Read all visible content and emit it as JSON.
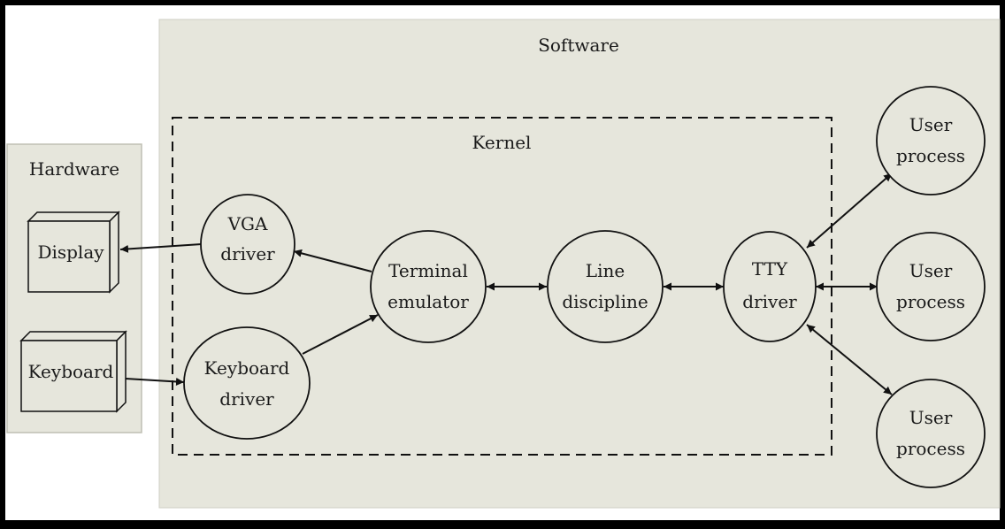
{
  "colors": {
    "panel_fill": "#e6e6dc",
    "white_area": "#ffffff",
    "frame": "#000000",
    "ink": "#1a1a1a"
  },
  "clusters": {
    "software": "Software",
    "hardware": "Hardware",
    "kernel": "Kernel"
  },
  "devices": {
    "display": "Display",
    "keyboard": "Keyboard"
  },
  "nodes": {
    "vga_driver": [
      "VGA",
      "driver"
    ],
    "keyboard_driver": [
      "Keyboard",
      "driver"
    ],
    "terminal_emulator": [
      "Terminal",
      "emulator"
    ],
    "line_discipline": [
      "Line",
      "discipline"
    ],
    "tty_driver": [
      "TTY",
      "driver"
    ],
    "user_process_1": [
      "User",
      "process"
    ],
    "user_process_2": [
      "User",
      "process"
    ],
    "user_process_3": [
      "User",
      "process"
    ]
  },
  "edges": [
    {
      "from": "vga_driver",
      "to": "display",
      "direction": "forward"
    },
    {
      "from": "keyboard",
      "to": "keyboard_driver",
      "direction": "forward"
    },
    {
      "from": "terminal_emulator",
      "to": "vga_driver",
      "direction": "forward"
    },
    {
      "from": "keyboard_driver",
      "to": "terminal_emulator",
      "direction": "forward"
    },
    {
      "from": "terminal_emulator",
      "to": "line_discipline",
      "direction": "both"
    },
    {
      "from": "line_discipline",
      "to": "tty_driver",
      "direction": "both"
    },
    {
      "from": "tty_driver",
      "to": "user_process_1",
      "direction": "both"
    },
    {
      "from": "tty_driver",
      "to": "user_process_2",
      "direction": "both"
    },
    {
      "from": "tty_driver",
      "to": "user_process_3",
      "direction": "both"
    }
  ]
}
